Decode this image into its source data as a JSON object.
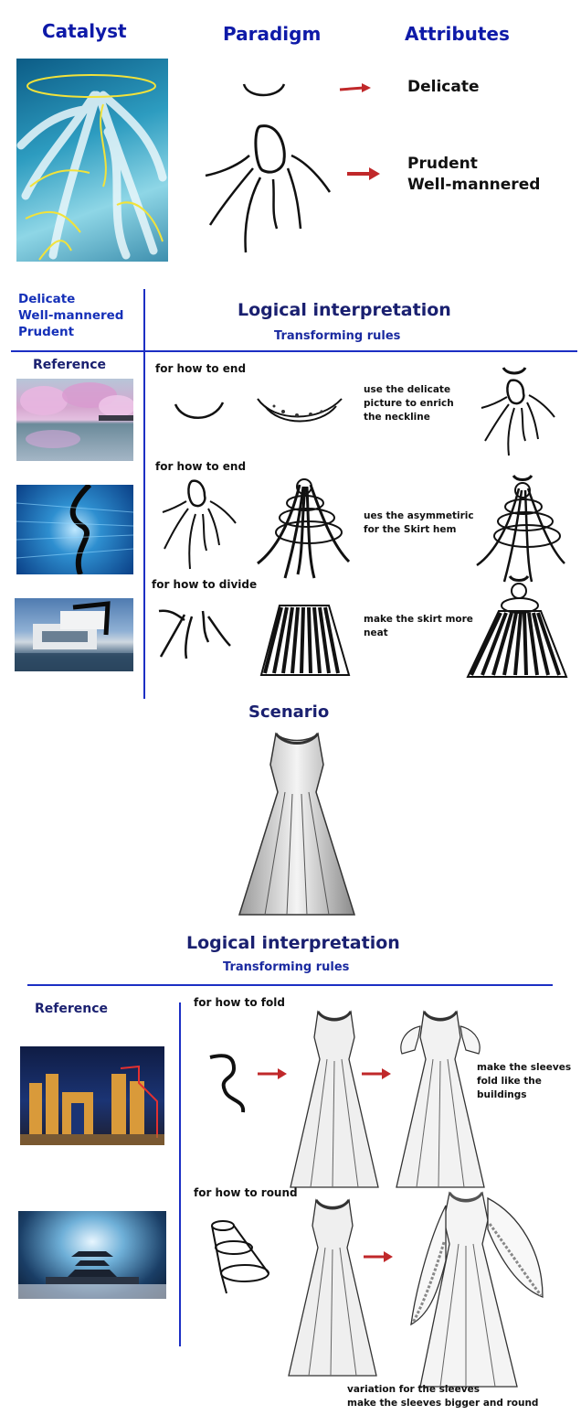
{
  "headers": {
    "catalyst": "Catalyst",
    "paradigm": "Paradigm",
    "attributes": "Attributes"
  },
  "attributes_top": {
    "first": "Delicate",
    "second": "Prudent",
    "third": "Well-mannered"
  },
  "section1": {
    "attr_lines": [
      "Delicate",
      "Well-mannered",
      "Prudent"
    ],
    "title": "Logical interpretation",
    "subtitle": "Transforming rules",
    "reference": "Reference",
    "rows": [
      {
        "rule": "for how to end",
        "note": "use the delicate\npicture to enrich\nthe neckline"
      },
      {
        "rule": "for how to end",
        "note": "ues the asymmetiric\nfor the Skirt hem"
      },
      {
        "rule": "for how to divide",
        "note": "make the skirt more\nneat"
      }
    ]
  },
  "scenario": {
    "title": "Scenario"
  },
  "section2": {
    "title": "Logical interpretation",
    "subtitle": "Transforming rules",
    "reference": "Reference",
    "rows": [
      {
        "rule": "for how to fold",
        "note": "make the sleeves\nfold like the\nbuildings"
      },
      {
        "rule": "for how to round",
        "note": "variation for the sleeves\nmake the sleeves bigger and round"
      }
    ]
  },
  "colors": {
    "blue_header": "#0e1aa8",
    "divider_blue": "#1c2fc4",
    "arrow_red": "#c0282a"
  }
}
